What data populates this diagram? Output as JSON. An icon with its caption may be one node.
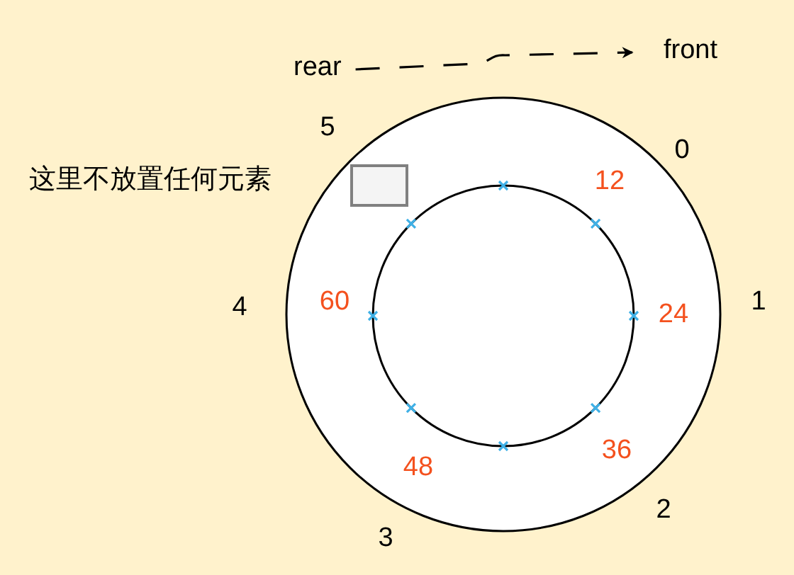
{
  "diagram": {
    "nodes": [
      {
        "text": [
          "rear"
        ]
      },
      {
        "text": [
          "front"
        ]
      },
      {
        "text": [],
        "shape": "box"
      }
    ],
    "edges": [
      {
        "from": 0,
        "to": 1,
        "arrow": "to",
        "style": "dashed"
      }
    ],
    "labels": [
      "5",
      "0",
      "这里不放置任何元素",
      "12",
      "60",
      "4",
      "24",
      "1",
      "36",
      "48",
      "2",
      "3"
    ]
  }
}
